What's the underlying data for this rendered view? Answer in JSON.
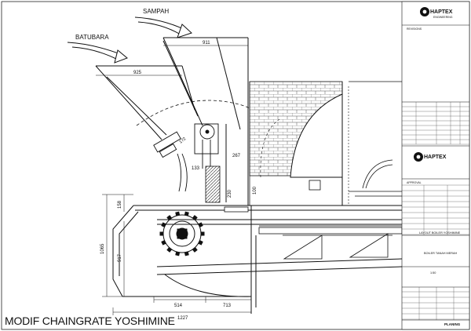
{
  "drawing": {
    "title": "MODIF CHAINGRATE YOSHIMINE",
    "feed_labels": {
      "coal": "BATUBARA",
      "waste": "SAMPAH"
    },
    "dimensions": {
      "top_hopper_width": "911",
      "lower_hopper_width": "925",
      "gate_width": "133",
      "gap_height": "267",
      "throat_height": "230",
      "step_height": "100",
      "small_angle": "172",
      "grate_height_small": "158",
      "grate_height_total": "1065",
      "grate_height_mid": "917",
      "base_left": "514",
      "base_right": "713",
      "base_total": "1227"
    }
  },
  "title_block": {
    "company": "HAPTEX",
    "company_sub": "ENGINEERING",
    "section_revisions": "REVISIONS",
    "section_approval": "APPROVAL",
    "doc_title_1": "LAYOUT BOILER YOSHIMINE",
    "doc_title_2": "BOILER TANAH MERAH",
    "scale_value": "1:50",
    "sheet_label": "PLANING"
  }
}
